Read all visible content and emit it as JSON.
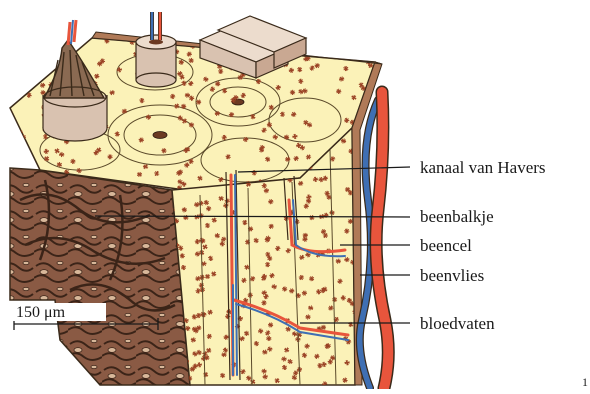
{
  "labels": {
    "haversian_canal": "kanaal van Havers",
    "trabecula": "beenbalkje",
    "bone_cell": "beencel",
    "periosteum": "beenvlies",
    "blood_vessels": "bloedvaten"
  },
  "scale_bar": {
    "label": "150 μm"
  },
  "page_number": "1",
  "colors": {
    "bone_matrix": "#fbf2b8",
    "cell_dots": "#9a4224",
    "spongy_bone": "#8a5a44",
    "outline": "#3a2a1a",
    "artery": "#e8553c",
    "vein": "#3f6fb3",
    "periosteum": "#b07a58",
    "lamellae_block": "#d9c2b0"
  }
}
